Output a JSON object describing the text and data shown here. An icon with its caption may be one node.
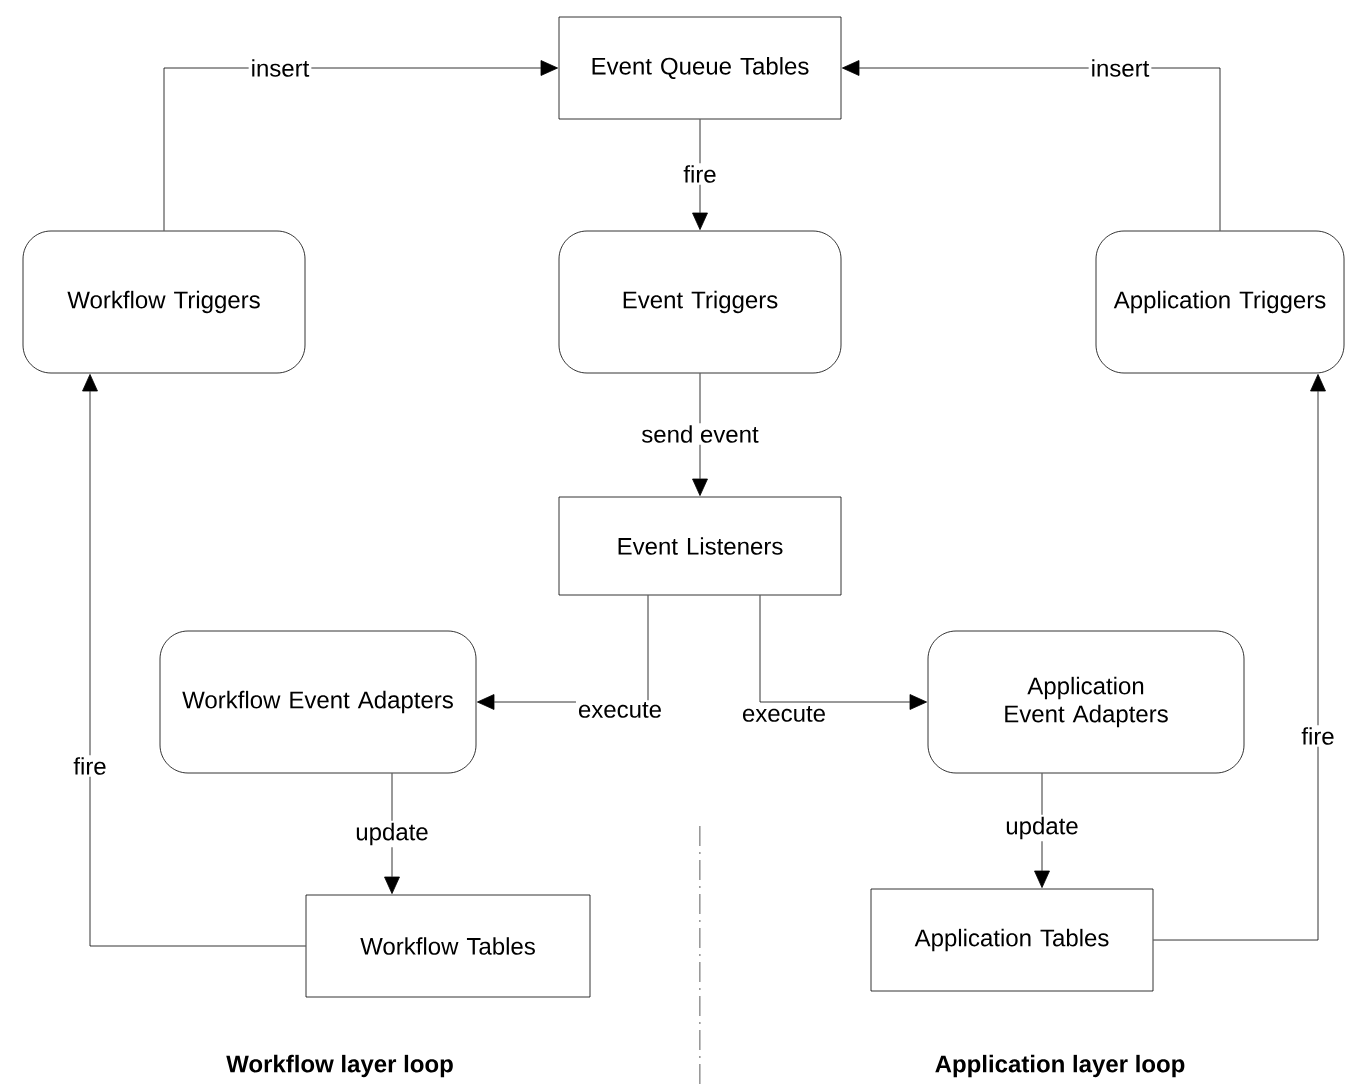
{
  "diagram": {
    "nodes": [
      {
        "text": [
          "Event Queue Tables"
        ]
      },
      {
        "text": [
          "Workflow Triggers"
        ]
      },
      {
        "text": [
          "Event Triggers"
        ]
      },
      {
        "text": [
          "Application Triggers"
        ]
      },
      {
        "text": [
          "Event Listeners"
        ]
      },
      {
        "text": [
          "Workflow Event Adapters"
        ]
      },
      {
        "text": [
          "Application Event Adapters"
        ]
      },
      {
        "text": [
          "Workflow Tables"
        ]
      },
      {
        "text": [
          "Application Tables"
        ]
      }
    ],
    "edges": [
      {
        "from": 1,
        "to": 0,
        "arrow": "to",
        "label": "insert"
      },
      {
        "from": 3,
        "to": 0,
        "arrow": "to",
        "label": "insert"
      },
      {
        "from": 0,
        "to": 2,
        "arrow": "to",
        "label": "fire"
      },
      {
        "from": 2,
        "to": 4,
        "arrow": "to",
        "label": "send event"
      },
      {
        "from": 4,
        "to": 5,
        "arrow": "to",
        "label": "execute"
      },
      {
        "from": 4,
        "to": 6,
        "arrow": "to",
        "label": "execute"
      },
      {
        "from": 5,
        "to": 7,
        "arrow": "to",
        "label": "update"
      },
      {
        "from": 6,
        "to": 8,
        "arrow": "to",
        "label": "update"
      },
      {
        "from": 7,
        "to": 1,
        "arrow": "to",
        "label": "fire"
      },
      {
        "from": 8,
        "to": 3,
        "arrow": "to",
        "label": "fire"
      }
    ],
    "labels": [
      "Workflow layer loop",
      "Application layer loop"
    ]
  }
}
